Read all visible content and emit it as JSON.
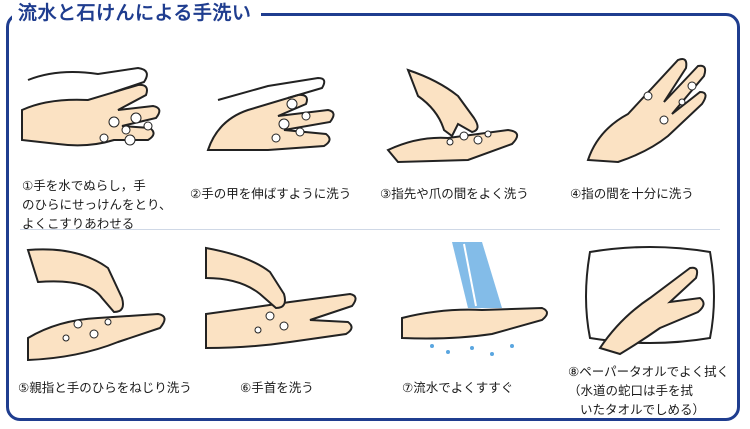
{
  "title": "流水と石けんによる手洗い",
  "colors": {
    "frame": "#1f3d8f",
    "skin": "#fbe2c3",
    "line": "#222222",
    "water": "#5aa6e0"
  },
  "steps": [
    {
      "lines": [
        "①手を水でぬらし，手",
        "のひらにせっけんをとり、",
        "よくこすりあわせる"
      ]
    },
    {
      "lines": [
        "②手の甲を伸ばすように洗う"
      ]
    },
    {
      "lines": [
        "③指先や爪の間をよく洗う"
      ]
    },
    {
      "lines": [
        "④指の間を十分に洗う"
      ]
    },
    {
      "lines": [
        "⑤親指と手のひらをねじり洗う"
      ]
    },
    {
      "lines": [
        "⑥手首を洗う"
      ]
    },
    {
      "lines": [
        "⑦流水でよくすすぐ"
      ]
    },
    {
      "lines": [
        "⑧ペーパータオルでよく拭く",
        "（水道の蛇口は手を拭",
        "いたタオルでしめる）"
      ]
    }
  ]
}
